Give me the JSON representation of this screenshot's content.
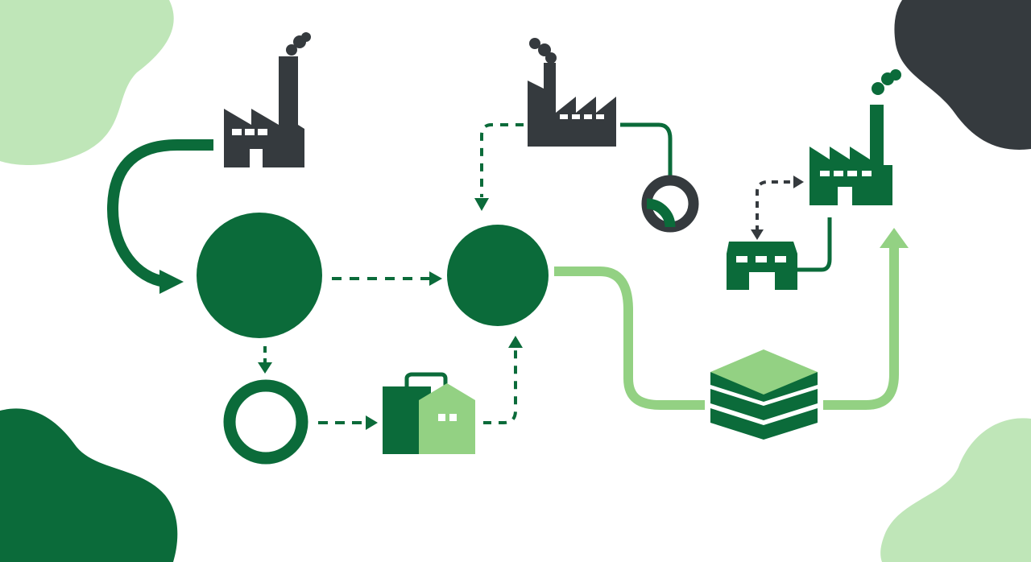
{
  "colors": {
    "dark_green": "#0b6b3a",
    "light_green": "#93d183",
    "pale_green": "#bfe6b8",
    "charcoal": "#353a3e",
    "background": "#ffffff"
  },
  "nodes": [
    {
      "id": "factory-top-left",
      "icon": "factory-icon",
      "color": "charcoal"
    },
    {
      "id": "hub-left",
      "icon": "circle-node",
      "color": "dark_green"
    },
    {
      "id": "hub-center",
      "icon": "circle-node",
      "color": "dark_green"
    },
    {
      "id": "ring-bottom-left",
      "icon": "ring-node",
      "color": "dark_green"
    },
    {
      "id": "warehouse-bottom",
      "icon": "warehouse-icon",
      "color": "dark_green"
    },
    {
      "id": "factory-top-center",
      "icon": "factory-icon",
      "color": "charcoal"
    },
    {
      "id": "ring-progress",
      "icon": "progress-ring",
      "color": "charcoal",
      "progress": 0.25
    },
    {
      "id": "layers-stack",
      "icon": "layers-icon",
      "color": "light_green"
    },
    {
      "id": "factory-right",
      "icon": "factory-icon",
      "color": "dark_green"
    },
    {
      "id": "shop-right",
      "icon": "shop-icon",
      "color": "dark_green"
    }
  ]
}
